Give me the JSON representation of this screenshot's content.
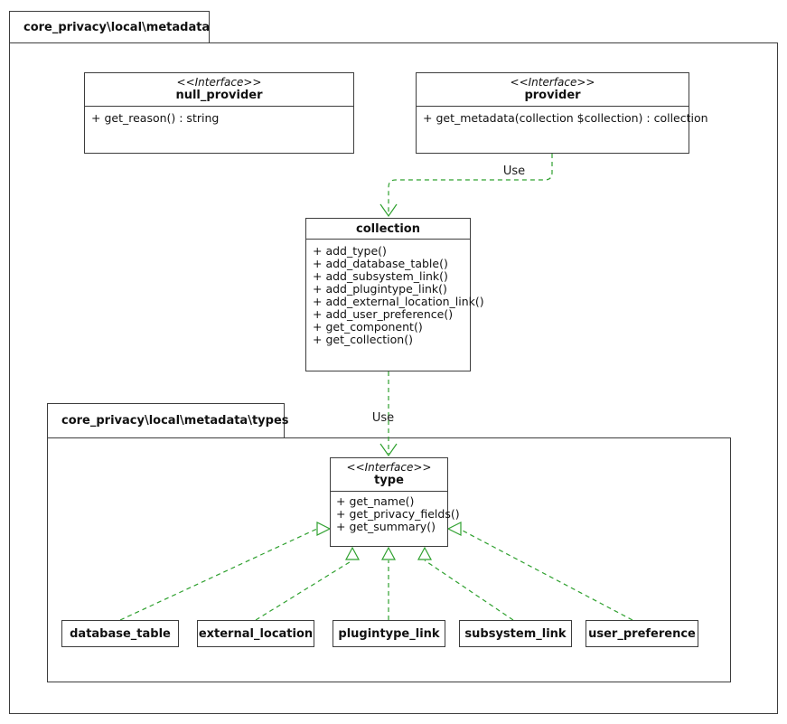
{
  "packages": {
    "outer": {
      "label": "core_privacy\\local\\metadata"
    },
    "inner": {
      "label": "core_privacy\\local\\metadata\\types"
    }
  },
  "classes": {
    "null_provider": {
      "stereotype": "<<Interface>>",
      "name": "null_provider",
      "methods": [
        "+ get_reason() : string"
      ]
    },
    "provider": {
      "stereotype": "<<Interface>>",
      "name": "provider",
      "methods": [
        "+ get_metadata(collection $collection) : collection"
      ]
    },
    "collection": {
      "name": "collection",
      "methods": [
        "+ add_type()",
        "+ add_database_table()",
        "+ add_subsystem_link()",
        "+ add_plugintype_link()",
        "+ add_external_location_link()",
        "+ add_user_preference()",
        "+ get_component()",
        "+ get_collection()"
      ]
    },
    "type": {
      "stereotype": "<<Interface>>",
      "name": "type",
      "methods": [
        "+ get_name()",
        "+ get_privacy_fields()",
        "+ get_summary()"
      ]
    }
  },
  "type_classes": [
    "database_table",
    "external_location",
    "plugintype_link",
    "subsystem_link",
    "user_preference"
  ],
  "relations": {
    "provider_to_collection_label": "Use",
    "collection_to_type_label": "Use"
  },
  "colors": {
    "arrow_green": "#2EA02E",
    "border_gray": "#3d3d3d",
    "background": "#ffffff"
  }
}
